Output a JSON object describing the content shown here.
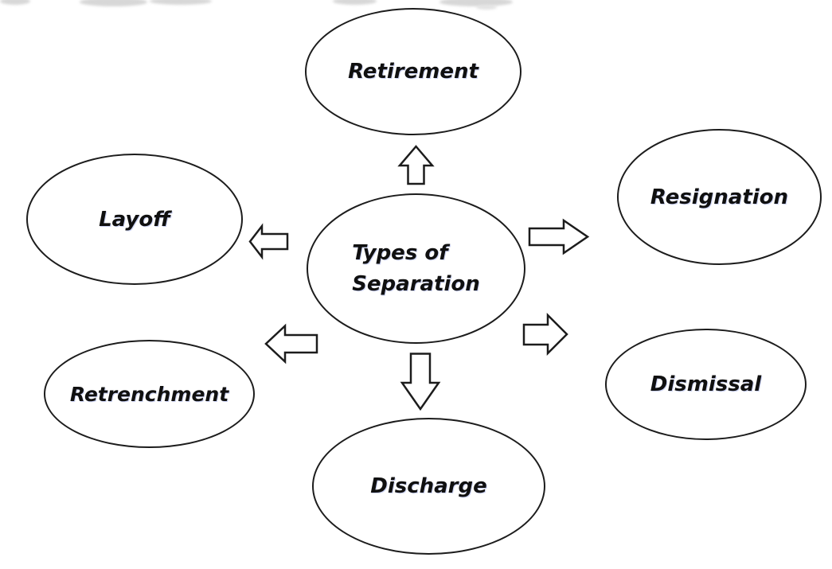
{
  "diagram": {
    "title": "Types of Separation",
    "center": {
      "label_line1": "Types of",
      "label_line2": "Separation"
    },
    "nodes": [
      {
        "id": "retirement",
        "label": "Retirement"
      },
      {
        "id": "layoff",
        "label": "Layoff"
      },
      {
        "id": "resignation",
        "label": "Resignation"
      },
      {
        "id": "retrenchment",
        "label": "Retrenchment"
      },
      {
        "id": "dismissal",
        "label": "Dismissal"
      },
      {
        "id": "discharge",
        "label": "Discharge"
      }
    ],
    "arrows": [
      {
        "id": "arrow-up",
        "direction": "up",
        "from": "center",
        "to": "retirement"
      },
      {
        "id": "arrow-left-top",
        "direction": "left",
        "from": "center",
        "to": "layoff"
      },
      {
        "id": "arrow-right-top",
        "direction": "right",
        "from": "center",
        "to": "resignation"
      },
      {
        "id": "arrow-left-bottom",
        "direction": "left",
        "from": "center",
        "to": "retrenchment"
      },
      {
        "id": "arrow-right-bottom",
        "direction": "right",
        "from": "center",
        "to": "dismissal"
      },
      {
        "id": "arrow-down",
        "direction": "down",
        "from": "center",
        "to": "discharge"
      }
    ],
    "colors": {
      "stroke": "#1c1c1c",
      "fill": "#ffffff",
      "text": "#101010",
      "background": "#ffffff"
    }
  }
}
